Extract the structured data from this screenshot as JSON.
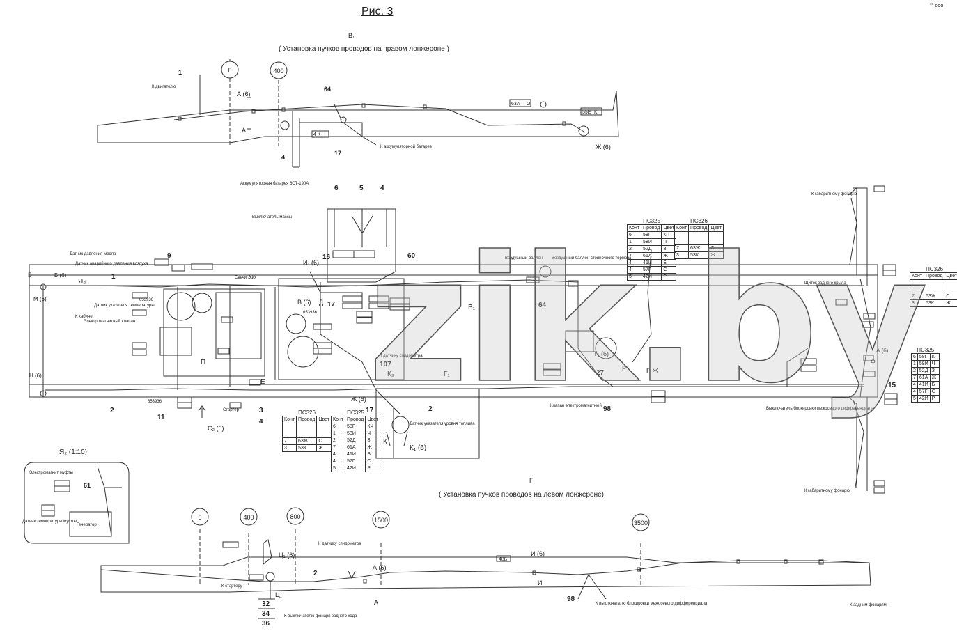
{
  "figure_title": "Рис. 3",
  "corner_mark": "°° ооо",
  "top_view": {
    "letter": "В₁",
    "caption": "( Установка пучков проводов на правом лонжероне )",
    "stations": [
      "0",
      "400"
    ],
    "callouts": [
      "1",
      "64",
      "4",
      "17"
    ],
    "labels": {
      "to_engine": "К двигателю",
      "section_a": "А (6)",
      "section_a2": "А",
      "to_battery": "К аккумуляторной батарее",
      "zh": "Ж (6)",
      "tag_63a": "63А",
      "tag_o": "О",
      "tag_55e": "55Е",
      "tag_k": "К",
      "tag_4k": "4 К"
    }
  },
  "middle_view": {
    "letter": "Г₁",
    "letter_b": "В₁",
    "callouts_top": [
      "6",
      "5",
      "4"
    ],
    "callouts": [
      "9",
      "1",
      "16",
      "60",
      "64",
      "17",
      "107",
      "2",
      "11",
      "3",
      "4",
      "27",
      "98",
      "15"
    ],
    "labels": {
      "battery": "Аккумуляторная батарея 6СТ-190А",
      "mass_switch": "Выключатель массы",
      "oil_sensor": "Датчик давления масла",
      "air_sensor": "Датчик аварийного давления воздуха",
      "temp_sensor": "Датчик указателя температуры",
      "ecu_valve": "Электромагнитный клапан",
      "ya2": "Я₂",
      "b_ref": "Б",
      "b6": "Б (6)",
      "m6": "М (6)",
      "n6": "Н (6)",
      "to_cab": "К кабине",
      "code_653936": "653936",
      "code_853936": "853936",
      "cable_3ev": "Свечи ЭФУ",
      "p_label": "П",
      "e_label": "Е",
      "starter": "Стартер",
      "c2": "С₂ (6)",
      "air_filter": "Воздушный баллон",
      "parking": "Воздушный баллон стояночного тормоза",
      "speed_sensor": "К датчику спидометра",
      "fuel_sensor": "Датчик указателя уровня топлива",
      "k3": "К₃",
      "k1": "К₁ (6)",
      "k": "К",
      "zh6": "Ж (6)",
      "t1": "Т₁ (6)",
      "r": "Р",
      "rzh": "Р Ж",
      "diff_valve": "Клапан электромагнитный",
      "diff_switch": "Выключатель блокировки межосевого дифференциала",
      "rear_light": "Щиток заднего крыла",
      "to_gabarit": "К габаритному фонарю",
      "a6": "А (6)",
      "f": "Ф",
      "i1": "И₁ (6)",
      "v_label": "В (6)",
      "d": "Д",
      "code_653936b": "653936"
    }
  },
  "connector_tables": [
    {
      "title": "ПС325",
      "header": [
        "Конт",
        "Провод",
        "Цвет"
      ],
      "rows": [
        [
          "6",
          "58Г",
          "КЧ"
        ],
        [
          "1",
          "58И",
          "Ч"
        ],
        [
          "2",
          "52Д",
          "З"
        ],
        [
          "7",
          "61А",
          "Ж"
        ],
        [
          "4",
          "41И",
          "Б"
        ],
        [
          "4",
          "57Г",
          "С"
        ],
        [
          "5",
          "42И",
          "Р"
        ]
      ]
    },
    {
      "title": "ПС326",
      "header": [
        "Конт",
        "Провод",
        "Цвет"
      ],
      "rows": [
        [
          "7",
          "63Ж",
          "С"
        ],
        [
          "3",
          "53К",
          "Ж"
        ]
      ]
    },
    {
      "title": "ПС326",
      "header": [
        "Конт",
        "Провод",
        "Цвет"
      ],
      "rows": [
        [
          "7",
          "63Ж",
          "С"
        ],
        [
          "3",
          "53К",
          "Ж"
        ]
      ]
    },
    {
      "title": "ПС325",
      "header": [
        "Конт",
        "Провод",
        "Цвет"
      ],
      "rows": [
        [
          "6",
          "58Г",
          "КЧ"
        ],
        [
          "1",
          "58И",
          "Ч"
        ],
        [
          "2",
          "52Д",
          "З"
        ],
        [
          "7",
          "61А",
          "Ж"
        ],
        [
          "4",
          "41И",
          "Б"
        ],
        [
          "4",
          "57Г",
          "С"
        ],
        [
          "5",
          "42И",
          "Р"
        ]
      ]
    },
    {
      "title": "ПС326",
      "header": [
        "Конт",
        "Провод",
        "Цвет"
      ],
      "rows": [
        [
          "7",
          "63Ж",
          "С"
        ],
        [
          "3",
          "53К",
          "Ж"
        ]
      ]
    },
    {
      "title": "ПС325",
      "header": [
        "Конт",
        "Провод",
        "Цвет"
      ],
      "rows": [
        [
          "6",
          "58Г",
          "КЧ"
        ],
        [
          "1",
          "58И",
          "Ч"
        ],
        [
          "2",
          "52Д",
          "З"
        ],
        [
          "7",
          "61А",
          "Ж"
        ],
        [
          "4",
          "41И",
          "Б"
        ],
        [
          "4",
          "57Г",
          "С"
        ],
        [
          "5",
          "42И",
          "Р"
        ]
      ]
    }
  ],
  "inset": {
    "title": "Я₂ (1:10)",
    "clutch": "Электромагнит муфты",
    "callout": "61",
    "sensor": "Датчик температуры муфты",
    "generator": "Генератор"
  },
  "bottom_view": {
    "letter": "Г₁",
    "caption": "( Установка пучков проводов на левом лонжероне)",
    "stations": [
      "0",
      "400",
      "800",
      "1500",
      "3500"
    ],
    "callouts": [
      "2",
      "98",
      "32",
      "34",
      "36"
    ],
    "labels": {
      "c1": "Ц₁ (6)",
      "c1b": "Ц₁",
      "a6": "А (6)",
      "a": "А",
      "to_speed": "К датчику спидометра",
      "tag_48b": "48Б",
      "i6": "И (6)",
      "i": "И",
      "to_starter": "К стартеру",
      "to_rear_axle": "К выключателю фонаря заднего хода",
      "to_diff": "К выключателю блокировки межосевого дифференциала",
      "to_rear_lamp": "К задним фонарям"
    }
  },
  "watermark": "zik.by"
}
